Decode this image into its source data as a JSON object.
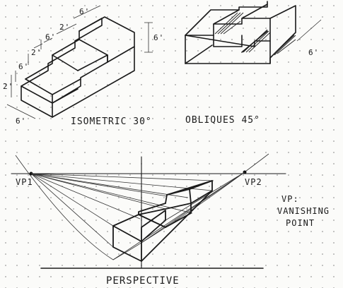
{
  "labels": {
    "isometric_caption": "ISOMETRIC 30°",
    "oblique_caption": "OBLIQUES  45°",
    "perspective_caption": "PERSPECTIVE",
    "vp1": "VP1",
    "vp2": "VP2",
    "legend_line1": "VP:",
    "legend_line2": "VANISHING",
    "legend_line3": "POINT"
  },
  "dimensions": {
    "iso_top": "6'",
    "iso_riser1": "2'",
    "iso_tread1": "6'",
    "iso_riser2": "2'",
    "iso_tread2": "6'",
    "iso_riser3": "2'",
    "iso_bottom": "6'",
    "iso_height": "6'",
    "oblique_depth": "6'"
  }
}
